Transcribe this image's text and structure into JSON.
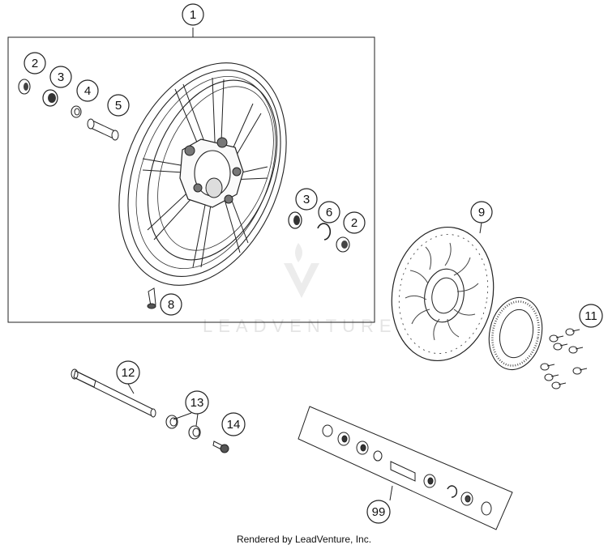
{
  "callouts": {
    "c1": "1",
    "c2a": "2",
    "c3a": "3",
    "c4": "4",
    "c5": "5",
    "c3b": "3",
    "c6": "6",
    "c2b": "2",
    "c8": "8",
    "c9": "9",
    "c11": "11",
    "c12": "12",
    "c13": "13",
    "c14": "14",
    "c99": "99"
  },
  "watermark": "LEADVENTURE",
  "footer": "Rendered by LeadVenture, Inc."
}
